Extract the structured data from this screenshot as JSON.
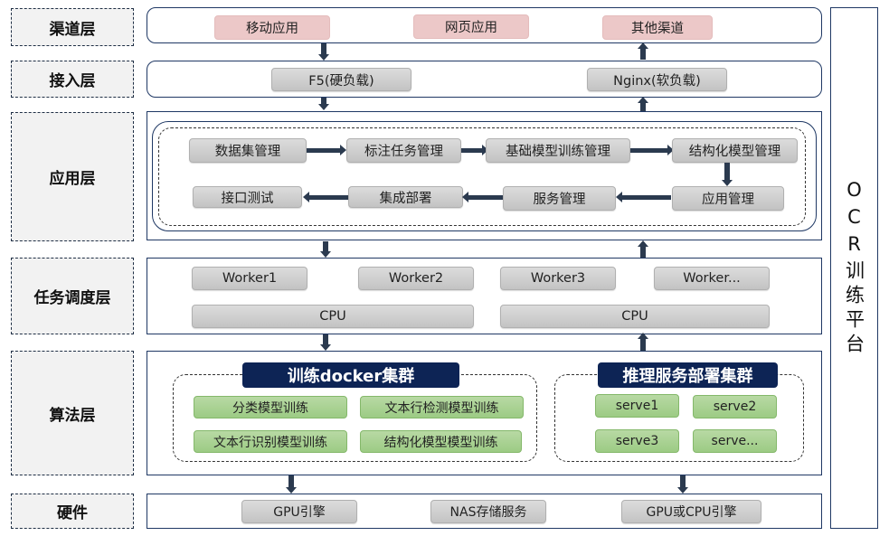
{
  "platform_title": "OCR训练平台",
  "layers": {
    "channel": {
      "label": "渠道层",
      "items": [
        "移动应用",
        "网页应用",
        "其他渠道"
      ]
    },
    "access": {
      "label": "接入层",
      "items": [
        "F5(硬负载)",
        "Nginx(软负载)"
      ]
    },
    "application": {
      "label": "应用层",
      "row1": [
        "数据集管理",
        "标注任务管理",
        "基础模型训练管理",
        "结构化模型管理"
      ],
      "row2": [
        "接口测试",
        "集成部署",
        "服务管理",
        "应用管理"
      ]
    },
    "scheduling": {
      "label": "任务调度层",
      "workers": [
        "Worker1",
        "Worker2",
        "Worker3",
        "Worker..."
      ],
      "cpus": [
        "CPU",
        "CPU"
      ]
    },
    "algorithm": {
      "label": "算法层",
      "training_cluster": {
        "title": "训练docker集群",
        "items": [
          "分类模型训练",
          "文本行检测模型训练",
          "文本行识别模型训练",
          "结构化模型模型训练"
        ]
      },
      "inference_cluster": {
        "title": "推理服务部署集群",
        "items": [
          "serve1",
          "serve2",
          "serve3",
          "serve..."
        ]
      }
    },
    "hardware": {
      "label": "硬件",
      "items": [
        "GPU引擎",
        "NAS存储服务",
        "GPU或CPU引擎"
      ]
    }
  },
  "colors": {
    "border": "#1f3864",
    "arrow": "#2b3a4f",
    "channel_node": "#ecc8c8",
    "gray_node": "#c9c9c9",
    "green_node": "#a9d18e",
    "cluster_title_bg": "#0d2455",
    "label_bg": "#f2f2f2"
  }
}
